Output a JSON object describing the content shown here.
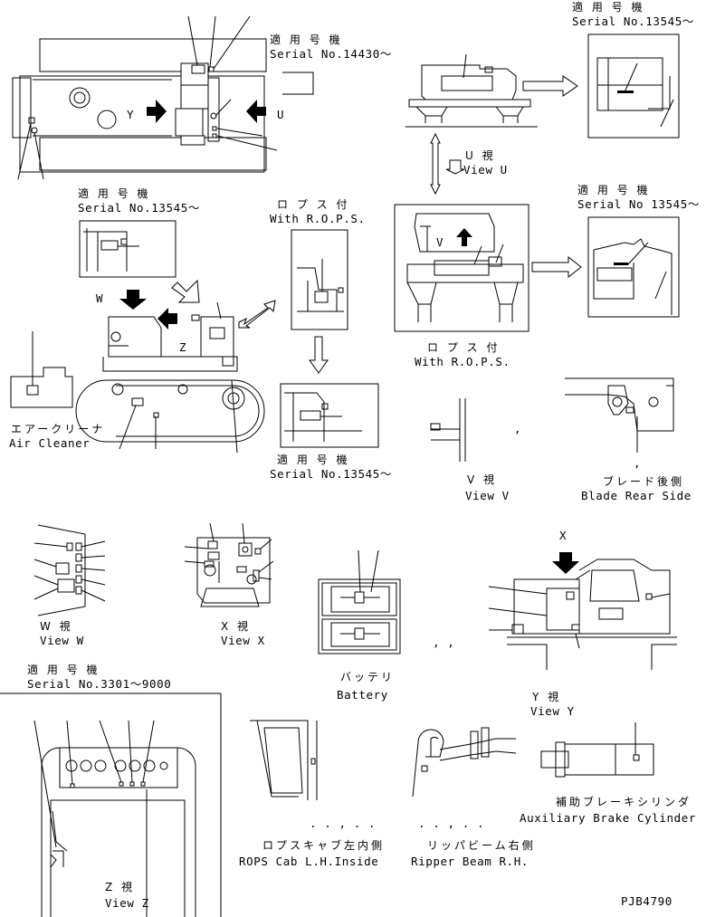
{
  "labels": {
    "serial_14430_jp": "適 用 号 機",
    "serial_14430_en": "Serial No.14430～",
    "serial_13545_top_jp": "適 用 号 機",
    "serial_13545_top_en": "Serial No.13545～",
    "serial_13545_left_jp": "適 用 号 機",
    "serial_13545_left_en": "Serial No.13545～",
    "serial_13545_right_jp": "適 用 号 機",
    "serial_13545_right_en": "Serial No 13545～",
    "serial_13545_mid_jp": "適 用 号 機",
    "serial_13545_mid_en": "Serial No.13545～",
    "serial_3301_jp": "適 用 号 機",
    "serial_3301_en": "Serial No.3301～9000",
    "rops_jp_1": "ロ プ ス 付",
    "rops_en_1": "With R.O.P.S.",
    "rops_jp_2": "ロ プ ス 付",
    "rops_en_2": "With R.O.P.S.",
    "view_u_jp": "U 視",
    "view_u_en": "View U",
    "view_v_jp": "V 視",
    "view_v_en": "View V",
    "view_w_jp": "W 視",
    "view_w_en": "View W",
    "view_x_jp": "X 視",
    "view_x_en": "View X",
    "view_y_jp": "Y 視",
    "view_y_en": "View Y",
    "view_z_jp": "Z 視",
    "view_z_en": "View Z",
    "air_cleaner_jp": "エアークリーナ",
    "air_cleaner_en": "Air Cleaner",
    "blade_rear_jp": "ブレード後側",
    "blade_rear_en": "Blade Rear Side",
    "battery_jp": "バッテリ",
    "battery_en": "Battery",
    "rops_cab_jp": "ロプスキャブ左内側",
    "rops_cab_en": "ROPS Cab L.H.Inside",
    "ripper_jp": "リッパビーム右側",
    "ripper_en": "Ripper Beam R.H.",
    "aux_brake_jp": "補助ブレーキシリンダ",
    "aux_brake_en": "Auxiliary Brake Cylinder",
    "drawing_no": "PJB4790",
    "letter_u": "U",
    "letter_v": "V",
    "letter_w": "W",
    "letter_x": "X",
    "letter_y": "Y",
    "letter_z": "Z",
    "comma_1": ",",
    "comma_2": ",",
    "comma_3": ", ,",
    "comma_4": ". . , . .",
    "comma_5": ". . , . ."
  }
}
